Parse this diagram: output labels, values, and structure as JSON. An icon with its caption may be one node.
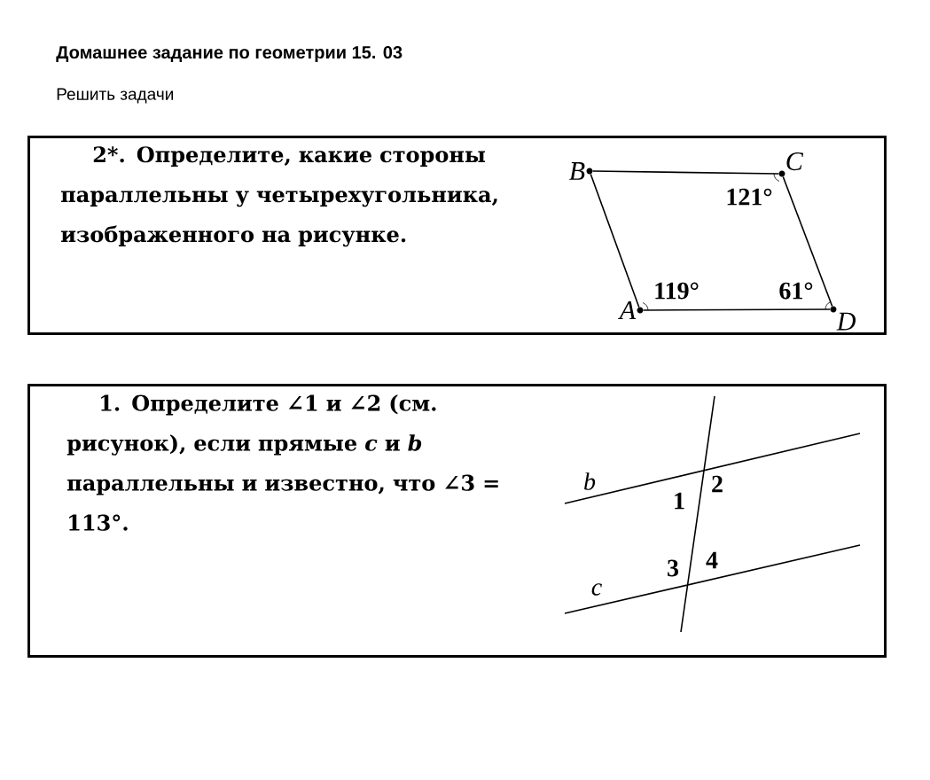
{
  "diagram": {
    "title": "Домашнее задание по геометрии 15. 03",
    "nodes": [
      {
        "text": [
          "2*.",
          "Определите, какие стороны параллельны у четырехугольника, изображенного на рисунке."
        ]
      },
      {
        "text": [
          "1.",
          "Определите ∠1 и ∠2 (см. рисунок), если прямые *c* и *b* параллельны и известно, что ∠3 = 113°."
        ]
      },
      {
        "text": [
          "B"
        ],
        "in": 0
      },
      {
        "text": [
          "C"
        ],
        "in": 0
      },
      {
        "text": [
          "A"
        ],
        "in": 0
      },
      {
        "text": [
          "D"
        ],
        "in": 0
      }
    ],
    "edges": [
      {
        "from": 2,
        "to": 3,
        "arrow": "none"
      },
      {
        "from": 3,
        "to": 5,
        "arrow": "none"
      },
      {
        "from": 5,
        "to": 4,
        "arrow": "none"
      },
      {
        "from": 4,
        "to": 2,
        "arrow": "none"
      }
    ],
    "labels": [
      "Решить задачи",
      "121°",
      "119°",
      "61°",
      "b",
      "2",
      "1",
      "4",
      "3",
      "c"
    ]
  }
}
